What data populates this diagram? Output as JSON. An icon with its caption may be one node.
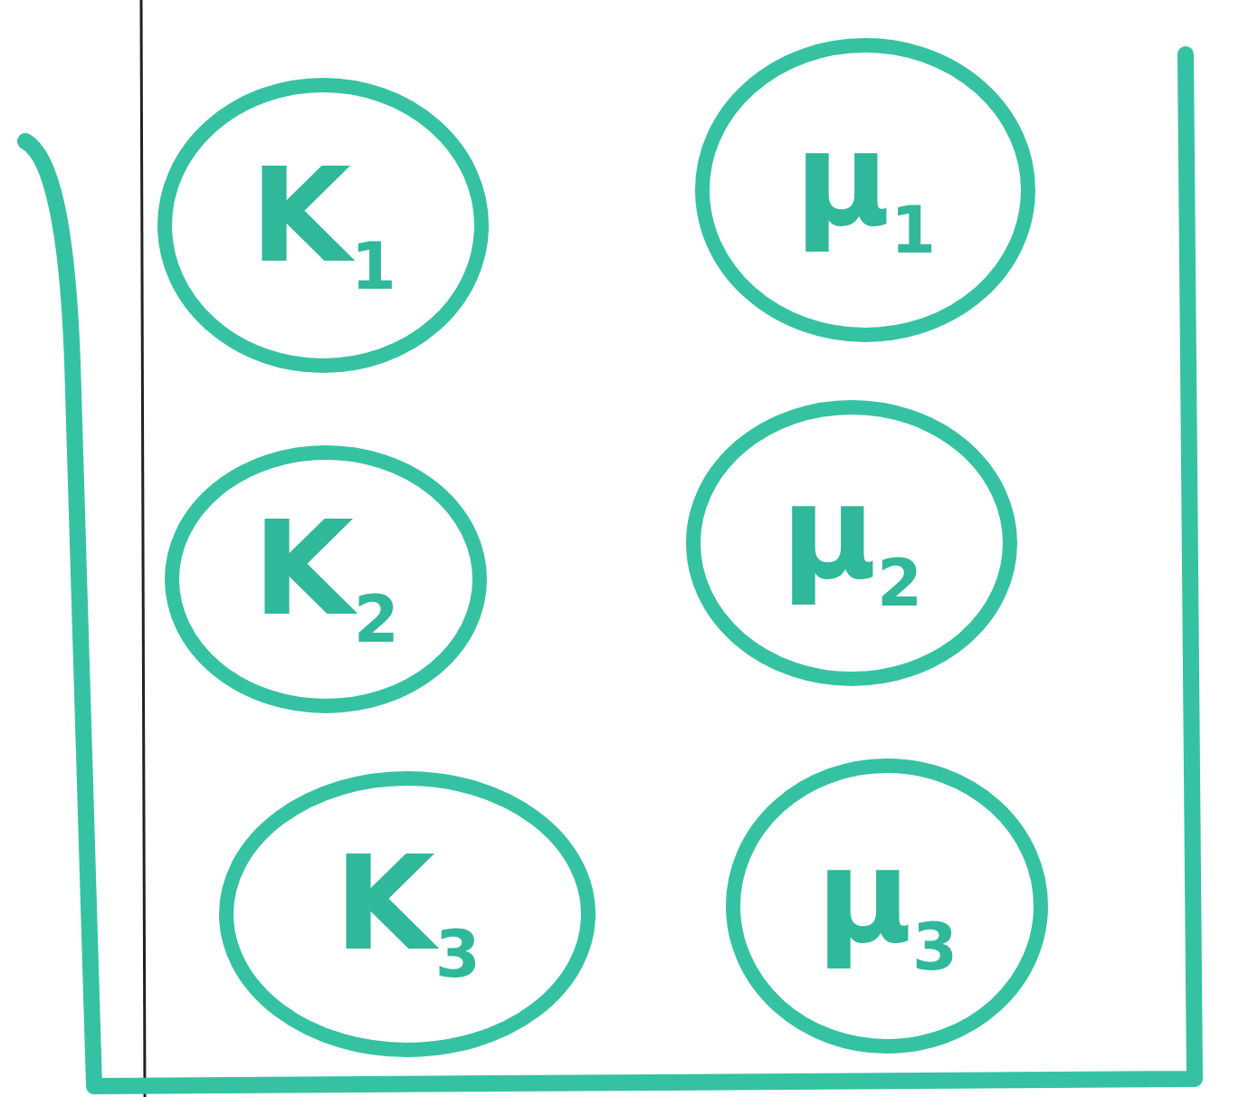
{
  "diagram": {
    "nodes": [
      {
        "text": [
          "K$_{1}$"
        ]
      },
      {
        "text": [
          "μ$_{1}$"
        ]
      },
      {
        "text": [
          "K$_{2}$"
        ]
      },
      {
        "text": [
          "μ$_{2}$"
        ]
      },
      {
        "text": [
          "K$_{3}$"
        ]
      },
      {
        "text": [
          "μ$_{3}$"
        ]
      }
    ]
  }
}
